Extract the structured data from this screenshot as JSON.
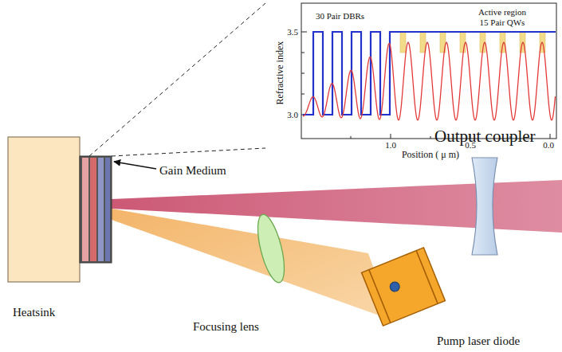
{
  "diagram": {
    "labels": [
      "30 Pair DBRs",
      "Active region",
      "15 Pair QWs",
      "3.5",
      "3.0",
      "Refractive index",
      "1.0",
      "0.5",
      "0.0",
      "Position ( μ m)",
      "Gain Medium",
      "Heatsink",
      "Output coupler",
      "Focusing lens",
      "Pump laser diode"
    ]
  }
}
